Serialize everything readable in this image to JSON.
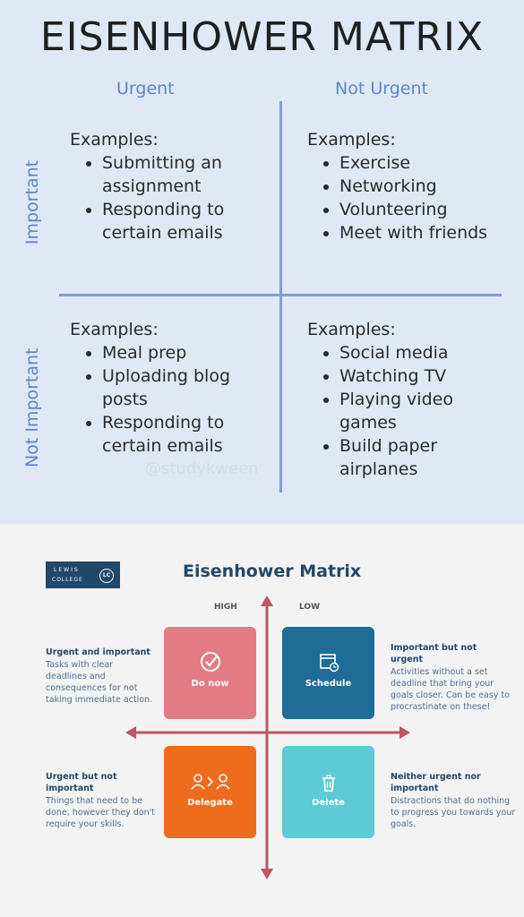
{
  "top": {
    "title": "EISENHOWER MATRIX",
    "columns": [
      "Urgent",
      "Not Urgent"
    ],
    "rows": [
      "Important",
      "Not Important"
    ],
    "watermark": "@studykween",
    "quadrants": [
      {
        "heading": "Examples:",
        "items": [
          "Submitting an assignment",
          "Responding to certain emails"
        ]
      },
      {
        "heading": "Examples:",
        "items": [
          "Exercise",
          "Networking",
          "Volunteering",
          "Meet with friends"
        ]
      },
      {
        "heading": "Examples:",
        "items": [
          "Meal prep",
          "Uploading blog posts",
          "Responding to certain emails"
        ]
      },
      {
        "heading": "Examples:",
        "items": [
          "Social media",
          "Watching TV",
          "Playing video games",
          "Build paper airplanes"
        ]
      }
    ]
  },
  "bottom": {
    "logo_line1": "LEWIS",
    "logo_line2": "COLLEGE",
    "logo_badge": "LC",
    "title": "Eisenhower Matrix",
    "axis_high": "HIGH",
    "axis_low": "LOW",
    "boxes": [
      {
        "label": "Do now",
        "icon": "check-circle-icon",
        "color": "#e37b84"
      },
      {
        "label": "Schedule",
        "icon": "calendar-icon",
        "color": "#1f6c96"
      },
      {
        "label": "Delegate",
        "icon": "people-transfer-icon",
        "color": "#ee6c1c"
      },
      {
        "label": "Delete",
        "icon": "trash-icon",
        "color": "#5ccbd6"
      }
    ],
    "descriptions": [
      {
        "heading": "Urgent and important",
        "text": "Tasks with clear deadlines and consequences for not taking immediate action."
      },
      {
        "heading": "Important but not urgent",
        "text": "Activities without a set deadline that bring your goals closer. Can be easy to procrastinate on these!"
      },
      {
        "heading": "Urgent but not important",
        "text": "Things that need to be done, however they don't require your skills."
      },
      {
        "heading": "Neither urgent nor important",
        "text": "Distractions that do nothing to progress you towards your goals."
      }
    ],
    "arrow_color": "#c0555c"
  }
}
